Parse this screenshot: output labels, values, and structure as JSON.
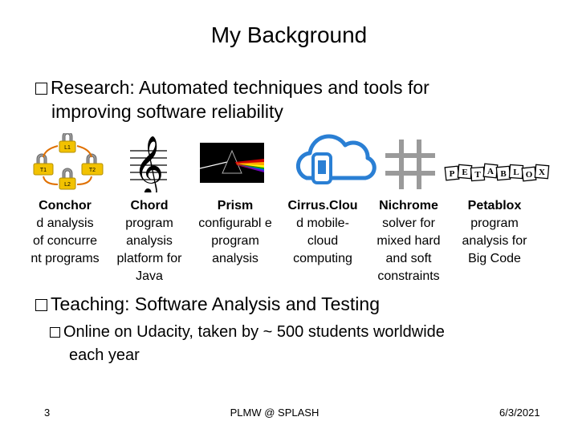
{
  "slide": {
    "title": "My Background",
    "bullet_research": "Research: Automated techniques and tools for",
    "bullet_research_cont": "improving software reliability",
    "bullet_teaching": "Teaching: Software Analysis and Testing",
    "sub_online": "Online on Udacity, taken by ~ 500 students worldwide",
    "sub_online_cont": "each year"
  },
  "projects": [
    {
      "name": "Conchor",
      "desc": "d analysis of concurre nt programs"
    },
    {
      "name": "Chord",
      "desc": "program analysis platform for Java"
    },
    {
      "name": "Prism",
      "desc": "configurabl e program analysis"
    },
    {
      "name": "Cirrus.Clou",
      "desc": "d mobile- cloud computing"
    },
    {
      "name": "Nichrome",
      "desc": "solver for mixed hard and soft constraints"
    },
    {
      "name": "Petablox",
      "desc": "program analysis for Big Code"
    }
  ],
  "conchord_icon": {
    "locks": [
      "L1",
      "T1",
      "T2",
      "L2"
    ]
  },
  "petablox_icon": {
    "blocks": [
      "P",
      "E",
      "T",
      "A",
      "B",
      "L",
      "O",
      "X"
    ]
  },
  "footer": {
    "page": "3",
    "venue": "PLMW @ SPLASH",
    "date": "6/3/2021"
  },
  "icons": [
    "lock-cycle-icon",
    "treble-clef-icon",
    "prism-icon",
    "cloud-phone-icon",
    "hash-icon",
    "alphabet-blocks-icon"
  ]
}
